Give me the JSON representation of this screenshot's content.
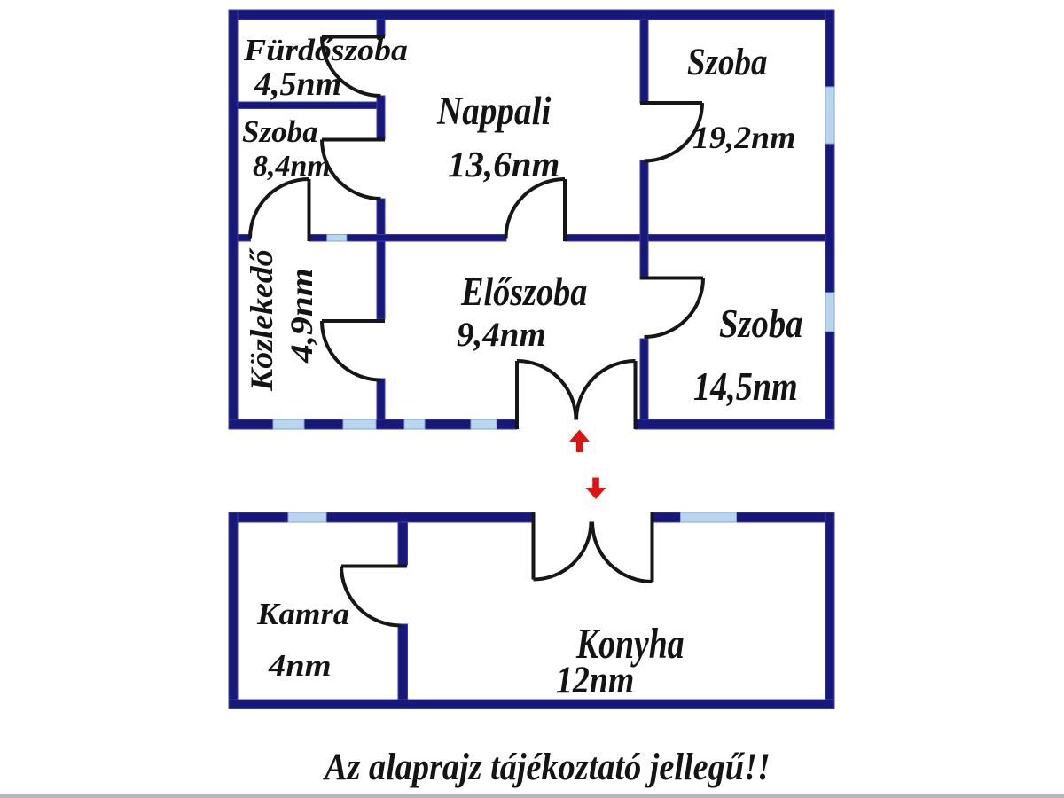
{
  "plan": {
    "caption": "Az alaprajz tájékoztató jellegű!!",
    "buildings": [
      {
        "id": "main-house",
        "rooms": [
          {
            "id": "furdoszoba",
            "name": "Fürdőszoba",
            "area": "4,5nm"
          },
          {
            "id": "szoba-8-4",
            "name": "Szoba",
            "area": "8,4nm"
          },
          {
            "id": "nappali",
            "name": "Nappali",
            "area": "13,6nm"
          },
          {
            "id": "szoba-19-2",
            "name": "Szoba",
            "area": "19,2nm"
          },
          {
            "id": "kozlekedo",
            "name": "Közlekedő",
            "area": "4,9nm"
          },
          {
            "id": "eloszoba",
            "name": "Előszoba",
            "area": "9,4nm"
          },
          {
            "id": "szoba-14-5",
            "name": "Szoba",
            "area": "14,5nm"
          }
        ]
      },
      {
        "id": "annex",
        "rooms": [
          {
            "id": "kamra",
            "name": "Kamra",
            "area": "4nm"
          },
          {
            "id": "konyha",
            "name": "Konyha",
            "area": "12nm"
          }
        ]
      }
    ]
  },
  "colors": {
    "wall": "#181878",
    "wall_edge": "#3b3bb0",
    "window": "#bad5ef",
    "window_edge": "#8aa6cf",
    "door_line": "#161616",
    "text": "#141414",
    "arrow": "#dd1414",
    "background": "#ffffff",
    "footer_strip": "#b4b6b9"
  },
  "icons": {
    "entrance_in": "arrow-up-icon",
    "entrance_out": "arrow-down-icon"
  }
}
